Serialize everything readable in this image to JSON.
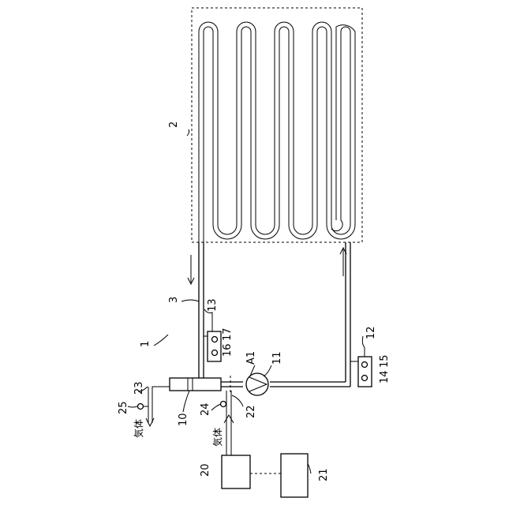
{
  "labels": {
    "system": "1",
    "heat_exchange_unit": "2",
    "pipe": "3",
    "degassing_unit": "10",
    "pump": "11",
    "sensor_unit_low": "12",
    "sensor_unit_high": "13",
    "sensor_14": "14",
    "sensor_15": "15",
    "sensor_16": "16",
    "sensor_17": "17",
    "gas_source": "20",
    "controller": "21",
    "gas_supply_line": "22",
    "gas_exhaust_line": "23",
    "valve_24": "24",
    "valve_25": "25",
    "junction": "A1",
    "gas_in": "気体",
    "gas_out": "気体"
  }
}
